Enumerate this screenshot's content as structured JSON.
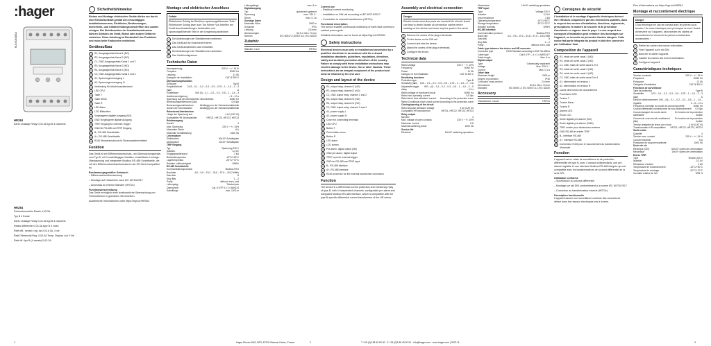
{
  "col1": {
    "logo": ":hager",
    "vcode": "6LE004083A",
    "title": "HR284",
    "desc": "Earth Leakage Relay 0,03-3A typ B 4 channels",
    "title_de": "HR284",
    "desc_de": [
      "Fehlerstromrelais Relais 0,03-3A",
      "Typ B 4 Kanal",
      "Earth Leakage Relay 0,03-3A typ B 4 channels",
      "Relais différentiel 0,03-3A type B 4 voies",
      "Relè diff., sensib. reg. da 0,03 a 3A, 4 vie",
      "Relé Diferencial Reg. 0,03-3A Temp. Display Lcd 4 Vie",
      "Relé dif. tipo B (4 canais) 0,03-3A"
    ]
  },
  "col2": {
    "h_safety": "Sicherheitshinweise",
    "safety_text": "Einbau und Montage elektrischer Geräte dürfen nur durch eine Elektrofachkraft gemäß den einschlägigen Installationsnormen, Richtlinien, Bestimmungen, Sicherheits- und Unfallverhütungsvorschriften des Landes erfolgen. Bei Nichtbeachten der Installationshinweise können Schäden am Gerät, Brand oder andere Gefahren entstehen. Diese Anleitung ist Bestandteil des Produktes und muss beim Endkunden verbleiben.",
    "h_device": "Geräteaufbau",
    "items": [
      "R1, Ausgangsrelais Kanal 1 (NO)",
      "R2, Ausgangsrelais Kanal 2 (NO)",
      "C1, GND Ausgangsrelais Kanal 1 und 2",
      "R3, Ausgangsrelais Kanal 3 (NO)",
      "R4, Ausgangsrelais Kanal 4 (NO)",
      "C2, GND Ausgangsrelais Kanal 3 und 4",
      "A1, Spannungsversorgung L",
      "A2, Spannungsversorgung N",
      "Verbindung für Abschlusswiderstand",
      "LED CPU",
      "Taste T",
      "Taste Menü",
      "Taste R",
      "LED Alarm",
      "LCD Bildschirm",
      "Vorgelagerte digitale Ausgang (NO)",
      "GND Vorgelagerte digitale Ausgang",
      "TRIP, Eingang für externes Trigger",
      "GND für RS-485 und TRIP Eingang",
      "B-, RS-485 Schnittstelle",
      "A+, RS-485 Schnittstelle",
      "RJ45 Steckeranschluss für Stromwandlereinheiten"
    ],
    "h_function": "Funktion",
    "function_text": "Das Gerät ist ein Differenzstromschutz- und Überwachungsrelais vom Typ B, mit 4 unabhängigen Kanälen, einstellbarer Leckage-Überwachung und integrierter Modbus RS-485 Schnittstelle, die mit den Differenzstromtransformatoren der HR-Serie kompatibel ist.",
    "h_use": "Bestimmungsgemäßer Gebrauch",
    "use_items": [
      "Differenzstromüberwachung",
      "Montage auf Hutschiene nach IEC 60715/2017",
      "Anschluss an externe Wandler (HR72x)"
    ],
    "h_desc": "Funktionsbeschreibung",
    "desc_text": "Das Gerät ermöglicht eine kontinuierliche Überwachung von Fehlerströmen in geerdeten Stromnetzen.",
    "more_info": "Ausführliche Informationen unter https://hgr.io/r/HR054"
  },
  "col3": {
    "h_mount": "Montage und elektrischer Anschluss",
    "warn_title": "Gefahr",
    "warn_text": "Elektrischer Schlag bei Berühren spannungsführender Teile! Elektrischer Schlag kann zum Tod führen! Vor Arbeiten am Gerät Anschlussleitungen freischalten und spannungsführende Teile in der Umgebung abdecken!",
    "steps": [
      "Die Abdeckungen der Steckklemmen entfernen.",
      "Das Gerät auf die Hutschiene fixieren.",
      "Das Gerät anschließen und verdrahten.",
      "Die Abdeckungen der Steckklemmen aufsetzen.",
      "Das Gerät konfigurieren."
    ],
    "h_tech": "Technische Daten",
    "tech": [
      [
        "Nennspannung",
        "230 V ~ +/- 15 %"
      ],
      [
        "Frequenz",
        "50/60 Hz"
      ],
      [
        "Leistung",
        "11 VA"
      ],
      [
        "Kategorie der Installation",
        "CAT III 300 V"
      ],
      [
        "Überwachungsfunktion",
        ""
      ],
      [
        "Schutzart",
        "Typ B"
      ],
      [
        "Empfindlichkeit (Ιᐃn)",
        "0,03 – 0,1 – 0,2 – 0,3 – 0,5 – 0,75 – 1 – 1,5 – 2 – 3 A"
      ],
      [
        "Einstellbare Auslöseverzögerung",
        "INS (0) – 0,1 – 0,2 – 0,3 – 0,5 – 1 – 1,5 – 3 – 5 – 10 s"
      ],
      [
        "Spannung aus des überwachten Stromkreises",
        "50/60 Hz"
      ],
      [
        "Bemessungsfehlerstrom (Ιᐃn)",
        "0,5 Ιᐃn"
      ],
      [
        "Bemessungsauslösestrom",
        "Abhängig von der Schutzcharakteristik"
      ],
      [
        "Anzahl der Stromwandler",
        "Abhängig von der Schutzcharakteristik"
      ],
      [
        "Ruhestrom/Arbeitsstrom",
        ""
      ],
      [
        "Länge der Spannung aus",
        "4 kV (CAT III)"
      ],
      [
        "Kompatible HR-Stromwandler",
        "HR721, HR722, HR723, HR724"
      ],
      [
        "Relaisausgang",
        ""
      ],
      [
        "Anzahl",
        "4"
      ],
      [
        "Max. Spannung",
        "230 V ~ +/- 15%"
      ],
      [
        "Maximaler Strom",
        "6 A"
      ],
      [
        "Maximale Schaltleistung",
        "1500 VA"
      ],
      [
        "Lebensdauer",
        ""
      ],
      [
        "Elektrisches",
        "60x10⁵ Schaltspiele"
      ],
      [
        "Mechanisch",
        "10x10⁶ Schaltspiele"
      ],
      [
        "TRIP Eingang",
        ""
      ],
      [
        "Typ",
        "Spannung 230 V"
      ],
      [
        "Isolation",
        "3,3 kV"
      ],
      [
        "Eingangswiderstand",
        "2 kΩ"
      ],
      [
        "Betriebstemperatur",
        "-10°C/+50°C"
      ],
      [
        "Lagertemperatur",
        "-20°C/+70°C"
      ],
      [
        "Relative Luftfeuchtigkeit",
        "5/95%"
      ],
      [
        "RS-485 Schnittstelle",
        ""
      ],
      [
        "Kommunikationsprotokoll",
        "Modbus RTU"
      ],
      [
        "Baudrate",
        "4,8 – 9,6 – 19,2 – 34,8 – 57,6 – 115,2 kBit/s"
      ],
      [
        "Data bits",
        "8"
      ],
      [
        "Stop Bits",
        "1 – 2"
      ],
      [
        "Parity",
        "without, even, odd"
      ],
      [
        "Leitungstyp",
        "Twisted pair"
      ],
      [
        "Querschnitt",
        "Cat. 6 UTP 4 x 2 x AWG24"
      ],
      [
        "Kabellänge",
        "max. 1200 m"
      ]
    ]
  },
  "col4": {
    "tech2": [
      [
        "Leitungslänge",
        "max. 6 m"
      ],
      [
        "Digitalausgang",
        ""
      ],
      [
        "Typ",
        "galvanisch getrennt"
      ],
      [
        "Spannung",
        "max. 230 V~"
      ],
      [
        "Strom",
        "max. 0,1 A"
      ],
      [
        "Sonstige Daten",
        ""
      ],
      [
        "Maximale Höhe",
        "2000 m"
      ],
      [
        "Schutzart",
        "IP30"
      ],
      [
        "Leistung",
        "2,5 mm²"
      ],
      [
        "Abmessungen",
        "52,5 x 116 x 74 mm"
      ],
      [
        "Normen",
        "IEC 60947-2; 60947-5-1; IEC 62020"
      ]
    ],
    "h_access": "Zubehör",
    "access": [
      "Wandler rund",
      "HR72x"
    ]
  },
  "col5": {
    "h_correct": "Correct use",
    "correct": [
      "Residual current monitoring",
      "Installation on DIN rail according to IEC 60715/2017",
      "Connection to external transformers (HR72x)"
    ],
    "h_func": "Functional description",
    "func_text": "The device enables continuous monitoring of earth fault currents in earthed power grids.",
    "more_info": "Detailed information can be found at https://hgr.io/r/HR054",
    "h_safety": "Safety instructions",
    "safety_text": "Electrical devices must only be installed and assembled by a qualified electrician in accordance with the relevant installation standards, guidelines, regulations, directives, safety and accident prevention directives of the country. Failure to comply with these installation instructions may result in damage to the device, fire or other hazards. These instructions are an integral component of the product and must be retained by the end user.",
    "h_design": "Design and layout of the device",
    "items": [
      "R1, output relay, channel 1 (NO)",
      "R2, output relay, channel 2 (NO)",
      "C1, GND output relay, channel 1 and 2",
      "R3, output relay, channel 3 (NO)",
      "R4, output relay, channel 4 (NO)",
      "C2, GND output relay, channel 3 and 4",
      "A1, power supply L",
      "A2, power supply N",
      "Cover for connecting terminals",
      "LED CPU",
      "Button T",
      "Push-button menu",
      "Button R",
      "LED alarm",
      "LCD screen",
      "Pre-alarm, digital output (NO)",
      "GND pre-alarm, digital output",
      "TRIP, input for external trigger",
      "GND for RS-485 and TRIP input",
      "B-, RS-485 interface",
      "A+, RS-485 interface",
      "RJ45 connector for the external transformer connection"
    ],
    "h_function": "Function",
    "function_text": "The device is a differential current protection and monitoring relay of type B, with 4 independent channels, configurable pre-alarm and integrated Modbus RS-485 interface, which is compatible with the type B-specific differential current transformers of the HR series."
  },
  "col6": {
    "h_assembly": "Assembly and electrical connection",
    "warn_title": "Danger",
    "warn_text": "Electric shock when live parts are touched! An electric shock can lead to death! Isolate all connection cables before working on the device and cover any live parts in the area!",
    "steps": [
      "Remove the covers of the plug-in terminals.",
      "Fix the device on the DIN rail.",
      "Connect and wire the device.",
      "Attach the covers of the plug-in terminals.",
      "Configure the device."
    ],
    "h_tech": "Technical data",
    "tech": [
      [
        "Rated voltage",
        "230 V ~ +/- 15%"
      ],
      [
        "Frequency",
        "50/60 Hz"
      ],
      [
        "Power",
        "11 VA"
      ],
      [
        "Category of the installation",
        "CAT III 300 V"
      ],
      [
        "Monitoring functions",
        ""
      ],
      [
        "Protection type",
        "Type B"
      ],
      [
        "Sensitivity (Ιᐃn)",
        "0,03 – 0,1 – 0,2 – 0,3 – 0,5 – 0,75 – 1 – 1,5 – 2 – 3 A"
      ],
      [
        "Adjustable trigger delay",
        "INS – (0) – 0,1 – 0,2 – 0,3 – 0,5 – 1 – 1,5 – 3 – 5 – 10 s"
      ],
      [
        "Rated voltage of monitored circuit",
        "50/60 Hz"
      ],
      [
        "Rated non-operating current",
        "0,5 Ιᐃn"
      ],
      [
        "Rated short time withstand current",
        "According to the protection curve"
      ],
      [
        "Rated Conditional short circuit current",
        "According to the protection curve"
      ],
      [
        "Closing/opening of the circuit",
        ""
      ],
      [
        "Rated impulse withstand voltage",
        "4 kV (CAT III)"
      ],
      [
        "Compatible HR transformers",
        "HR721, HR722, HR723, HR724"
      ],
      [
        "Relay output",
        ""
      ],
      [
        "Number",
        "4"
      ],
      [
        "Max. voltage of open contacts",
        "230 V ~ +/- 15%"
      ],
      [
        "Maximum current",
        "6 A"
      ],
      [
        "Maximal switching power",
        "1500 VA"
      ],
      [
        "Service life",
        ""
      ],
      [
        "Electrical",
        "60x10⁵ switching operations"
      ]
    ]
  },
  "col7": {
    "tech": [
      [
        "Mechanical",
        "10x10⁶ switching operations"
      ],
      [
        "TRIP input",
        ""
      ],
      [
        "Type",
        "Voltage 230 V"
      ],
      [
        "Isolation",
        "3,3 kV"
      ],
      [
        "Input resistance",
        "2 kΩ"
      ],
      [
        "Operating temperature",
        "-10°C/+50°C"
      ],
      [
        "Storage temperature",
        "-20°C/+70°C"
      ],
      [
        "Relative humidity",
        "5/95%"
      ],
      [
        "RS-485 interface",
        ""
      ],
      [
        "Communication protocol",
        "Modbus RTU"
      ],
      [
        "Baud rate",
        "4,8 – 9,6 – 19,2 – 34,8 – 57,6 – 115,2 kBit"
      ],
      [
        "Data bits",
        "8"
      ],
      [
        "Stop Bits",
        "1 – 2"
      ],
      [
        "Parity",
        "without, even, odd"
      ],
      [
        "Cable type between the device and HR converter",
        ""
      ],
      [
        "Connector type",
        "RJ45 Standard according to EIA TIA-485-A"
      ],
      [
        "Cable type",
        "Cat 6 UTP – 4 x 2 x AWG24 F"
      ],
      [
        "Cable length",
        "Max. 6 m"
      ],
      [
        "Digital output",
        ""
      ],
      [
        "Type",
        "Galvanically separated"
      ],
      [
        "Voltage",
        "Max. 230 V ~"
      ],
      [
        "Current",
        "Max. 0,1 A"
      ],
      [
        "Other data",
        ""
      ],
      [
        "Maximum height",
        "2000 m"
      ],
      [
        "Degree of protection",
        "IP30"
      ],
      [
        "Conductor cross-section",
        "2,5 mm²"
      ],
      [
        "Dimensions",
        "52,5 x 116 x 74 mm"
      ],
      [
        "Standard",
        "IEC 60947-2; IEC 60947-5-1; IEC 62020"
      ]
    ],
    "h_access": "Accessory",
    "access": [
      "Transformer, round",
      "HR72x"
    ]
  },
  "col8": {
    "h_safety": "Consignes de sécurité",
    "safety_text": "L'installation et le montage d'appareils électriques doivent être effectués uniquement par des électriciens qualifiés, dans le respect des normes d'installation, directives, règlements, prescriptions en matière de sécurité et de prévention d'accidents en vigueur dans le pays. Le non-respect des consignes d'installation peut entraîner des dommages sur l'appareil, un incendie ou présenter d'autres dangers. Cette notice fait partie intégrale du produit et doit être conservée par l'utilisateur final.",
    "h_comp": "Composition de l'appareil",
    "items": [
      "R1, relais de sortie canal 1 (NO)",
      "R2, relais de sortie canal 2 (NO)",
      "C1, GND relais de sortie canal 1 et 2",
      "R3, relais de sortie canal 3 (NO)",
      "R4, relais de sortie canal 4 (NO)",
      "C2, GND relais de sortie canal 3 et 4",
      "A1, alimentation en tension L",
      "A2, alimentation en tension N",
      "Cache des bornes de raccordement",
      "Processeur LED",
      "Touche T",
      "Touche Menu",
      "Touche R",
      "Alarme LED",
      "Écran LCD",
      "Sortie digitale pré-alarme (NO)",
      "Sortie digitale pré-alarme (GND)",
      "TRIP, entrée pour déclencheur externe",
      "GND RS-485 et entrée TRIP",
      "B-, interface RS-485",
      "A+, interface RS-485",
      "Connecteur RJ45 pour le raccordement du transformateur d'intensité"
    ],
    "h_function": "Fonction",
    "function_text": "L'appareil est un relais de surveillance et de protection différentielle de type B, avec 4 canaux indépendants, une pré-alarme réglable et une interface Modbus RS-485 intégrée qui est compatible avec les transformateurs de courant différentiel de la série HR.",
    "h_use": "Utilisation conforme",
    "use_items": [
      "Surveillance du courant différentiel",
      "Montage sur rail DIN conformément à la norme IEC 60715:2017",
      "Connexion au transformateur externe (HR72x)"
    ],
    "h_desc": "Description fonctionnelle",
    "desc_text": "L'appareil assure une surveillance continue des courants de défaut dans les réseaux électriques mis à la terre."
  },
  "col9": {
    "more_info": "Plus d'informations sur https://hgr.io/r/HR054",
    "h_mount": "Montage et raccordement électrique",
    "warn_title": "Danger",
    "warn_text": "Choc électrique en cas de contact avec les pièces sous tension ! Un choc électrique peut provoquer la mort ! Avant d'intervenir sur l'appareil, déconnecter les câbles de raccordement et recouvrir les pièces conductrices avoisinantes !",
    "steps": [
      "Retirer les caches des bornes enfichables.",
      "Fixer l'appareil sur le rail DIN.",
      "Brancher et câbler l'appareil.",
      "Installer les caches des bornes enfichables.",
      "Configurer l'appareil."
    ],
    "h_tech": "Caractéristiques techniques",
    "tech": [
      [
        "Tension nominale",
        "230 V ~ +/- 15 %"
      ],
      [
        "Fréquence",
        "50/60 Hz"
      ],
      [
        "Puissance",
        "11 VA"
      ],
      [
        "Catégorie d'installation",
        "CAT III 300 V"
      ],
      [
        "Fonctions de surveillance",
        ""
      ],
      [
        "Type de protection",
        "Type B"
      ],
      [
        "Sensibilité (Ιᐃn)",
        "0,03 – 0,1 – 0,2 – 0,3 – 0,5 – 0,75 – 1 – 1,5 – 2 – 3 A"
      ],
      [
        "Délai de déclenchement réglable",
        "INS – (0) – 0,1 – 0,2 – 0,3 – 0,5 – 1 – 1,5 – 3 – 5 – 10 s"
      ],
      [
        "Fréquence nominale du circuit de courant surveillé",
        "50/60 Hz"
      ],
      [
        "Courant différentiel conventionnel de non-déclenchement",
        "0,5 Ιᐃn"
      ],
      [
        "Courant assigné de courte durée admissible",
        "En fonction de la protection fusible"
      ],
      [
        "Courant de court-circuit conditionnel (Ιᐃc)",
        "En fonction de la protection fusible"
      ],
      [
        "Tension assignée de tenue aux chocs",
        "4 kV (CAT III)"
      ],
      [
        "Transformateur HR compatibles",
        "HR721, HR722, HR723, HR724"
      ],
      [
        "Sortie relais",
        ""
      ],
      [
        "Quantité",
        "4"
      ],
      [
        "Tension max. contact",
        "230 V ~ +/- 15 %"
      ],
      [
        "Courant maximal",
        "6 A"
      ],
      [
        "Puissance de coupure maximale",
        "1500 VA"
      ],
      [
        "Durée de vie",
        ""
      ],
      [
        "Électrique (CEI)",
        "60x10⁵ cycles de commutation"
      ],
      [
        "Mécanique",
        "10x10⁶ cycles de commutation"
      ],
      [
        "Entrée TRIP",
        ""
      ],
      [
        "Type",
        "Tension 230 V"
      ],
      [
        "Isolation",
        "3,3 kV"
      ],
      [
        "Résistance d'entrée",
        "2 kΩ"
      ],
      [
        "Température de fonctionnement",
        "-10°C/+50°C"
      ],
      [
        "Température de stockage",
        "-20°C/+70°C"
      ],
      [
        "Humidité relative de l'air",
        "5/95 %"
      ]
    ],
    "tech_top": [
      [
        "Interface RS-485",
        ""
      ],
      [
        "Protocole de communication",
        "Modbus RTU"
      ],
      [
        "Vitesse de transmission",
        "4,8 – 9,6 – 19,2 – 34,8 – 57,6 – 115,2 kBit"
      ],
      [
        "Bits de données",
        "8"
      ],
      [
        "Bits d'arrêt",
        "1 – 2"
      ],
      [
        "Parité",
        "Sans, pair, impaire"
      ],
      [
        "Type de câble entre l'appareil et le transformateur HR",
        ""
      ],
      [
        "Type de connecteur",
        "RJ45 standard selon EIA/TIA-485-A"
      ],
      [
        "Type de câble",
        "Cat. 6 UTP – 4 x 2 x AWG24 F"
      ],
      [
        "Longueur du câble",
        "max. 6 m"
      ],
      [
        "Sortie digitale",
        ""
      ],
      [
        "Type",
        "À séparation galvanique"
      ],
      [
        "Tension",
        "230 V ~ max."
      ],
      [
        "Courant",
        "0,1 A max."
      ],
      [
        "Autres données",
        ""
      ],
      [
        "Hauteur maximale",
        "2000 m"
      ],
      [
        "Indice de protection",
        "IP30"
      ],
      [
        "Section du câble",
        "2,5 mm²"
      ],
      [
        "Dimensions",
        "52,5 x 116 x 74 mm"
      ],
      [
        "Norme",
        "CEI 60947-2; 60947-5-1; CEI 62020"
      ]
    ],
    "h_access": "Accessoires",
    "access": [
      "Transformateur circulaire",
      "HR72x"
    ]
  },
  "footer": {
    "left_page": "1",
    "center": "Hager Electro SAS, BP3, 67215 Obernai Cedex, France",
    "mid_page": "2",
    "right_contact": "T +33 (0)3 88 49 50 50 · F +33 (0)3 88 49 50 51 · info@hager.com · www.hager.com | 2022-11",
    "right_page": "3"
  }
}
